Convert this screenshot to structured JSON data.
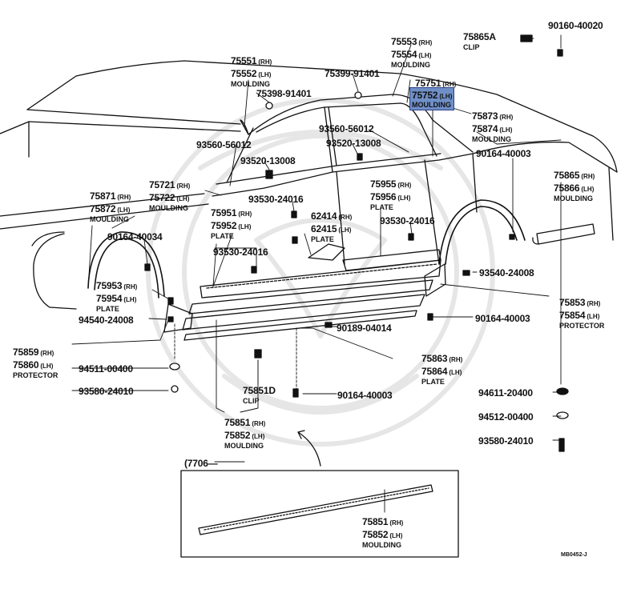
{
  "callouts": [
    {
      "id": "c01",
      "parts": [
        {
          "pn": "90160-40020"
        }
      ],
      "caption": ""
    },
    {
      "id": "c02",
      "parts": [
        {
          "pn": "75865A"
        }
      ],
      "caption": "CLIP"
    },
    {
      "id": "c03",
      "parts": [
        {
          "pn": "75553",
          "side": "(RH)"
        },
        {
          "pn": "75554",
          "side": "(LH)"
        }
      ],
      "caption": "MOULDING"
    },
    {
      "id": "c04",
      "parts": [
        {
          "pn": "75551",
          "side": "(RH)"
        },
        {
          "pn": "75552",
          "side": "(LH)"
        }
      ],
      "caption": "MOULDING"
    },
    {
      "id": "c05",
      "parts": [
        {
          "pn": "75399-91401"
        }
      ],
      "caption": ""
    },
    {
      "id": "c06",
      "parts": [
        {
          "pn": "75751",
          "side": "(RH)"
        }
      ],
      "caption": ""
    },
    {
      "id": "c07",
      "parts": [
        {
          "pn": "75752",
          "side": "(LH)"
        }
      ],
      "caption": "MOULDING",
      "highlight": true
    },
    {
      "id": "c08",
      "parts": [
        {
          "pn": "75398-91401"
        }
      ],
      "caption": ""
    },
    {
      "id": "c09",
      "parts": [
        {
          "pn": "75873",
          "side": "(RH)"
        },
        {
          "pn": "75874",
          "side": "(LH)"
        }
      ],
      "caption": "MOULDING"
    },
    {
      "id": "c10",
      "parts": [
        {
          "pn": "93560-56012"
        }
      ],
      "caption": ""
    },
    {
      "id": "c11",
      "parts": [
        {
          "pn": "93520-13008"
        }
      ],
      "caption": ""
    },
    {
      "id": "c12",
      "parts": [
        {
          "pn": "93560-56012"
        }
      ],
      "caption": ""
    },
    {
      "id": "c13",
      "parts": [
        {
          "pn": "93520-13008"
        }
      ],
      "caption": ""
    },
    {
      "id": "c14",
      "parts": [
        {
          "pn": "90164-40003"
        }
      ],
      "caption": ""
    },
    {
      "id": "c15",
      "parts": [
        {
          "pn": "75865",
          "side": "(RH)"
        },
        {
          "pn": "75866",
          "side": "(LH)"
        }
      ],
      "caption": "MOULDING"
    },
    {
      "id": "c16",
      "parts": [
        {
          "pn": "75721",
          "side": "(RH)"
        },
        {
          "pn": "75722",
          "side": "(LH)"
        }
      ],
      "caption": "MOULDING"
    },
    {
      "id": "c17",
      "parts": [
        {
          "pn": "75871",
          "side": "(RH)"
        },
        {
          "pn": "75872",
          "side": "(LH)"
        }
      ],
      "caption": "MOULDING"
    },
    {
      "id": "c18",
      "parts": [
        {
          "pn": "93530-24016"
        }
      ],
      "caption": ""
    },
    {
      "id": "c19",
      "parts": [
        {
          "pn": "75955",
          "side": "(RH)"
        },
        {
          "pn": "75956",
          "side": "(LH)"
        }
      ],
      "caption": "PLATE"
    },
    {
      "id": "c20",
      "parts": [
        {
          "pn": "75951",
          "side": "(RH)"
        },
        {
          "pn": "75952",
          "side": "(LH)"
        }
      ],
      "caption": "PLATE"
    },
    {
      "id": "c21",
      "parts": [
        {
          "pn": "62414",
          "side": "(RH)"
        },
        {
          "pn": "62415",
          "side": "(LH)"
        }
      ],
      "caption": "PLATE"
    },
    {
      "id": "c22",
      "parts": [
        {
          "pn": "93530-24016"
        }
      ],
      "caption": ""
    },
    {
      "id": "c23",
      "parts": [
        {
          "pn": "90164-40034"
        }
      ],
      "caption": ""
    },
    {
      "id": "c24",
      "parts": [
        {
          "pn": "93530-24016"
        }
      ],
      "caption": ""
    },
    {
      "id": "c25",
      "parts": [
        {
          "pn": "93540-24008"
        }
      ],
      "caption": ""
    },
    {
      "id": "c26",
      "parts": [
        {
          "pn": "75953",
          "side": "(RH)"
        },
        {
          "pn": "75954",
          "side": "(LH)"
        }
      ],
      "caption": "PLATE"
    },
    {
      "id": "c27",
      "parts": [
        {
          "pn": "75853",
          "side": "(RH)"
        },
        {
          "pn": "75854",
          "side": "(LH)"
        }
      ],
      "caption": "PROTECTOR"
    },
    {
      "id": "c28",
      "parts": [
        {
          "pn": "94540-24008"
        }
      ],
      "caption": ""
    },
    {
      "id": "c29",
      "parts": [
        {
          "pn": "90164-40003"
        }
      ],
      "caption": ""
    },
    {
      "id": "c30",
      "parts": [
        {
          "pn": "90189-04014"
        }
      ],
      "caption": ""
    },
    {
      "id": "c31",
      "parts": [
        {
          "pn": "75859",
          "side": "(RH)"
        },
        {
          "pn": "75860",
          "side": "(LH)"
        }
      ],
      "caption": "PROTECTOR"
    },
    {
      "id": "c32",
      "parts": [
        {
          "pn": "94511-00400"
        }
      ],
      "caption": ""
    },
    {
      "id": "c33",
      "parts": [
        {
          "pn": "75863",
          "side": "(RH)"
        },
        {
          "pn": "75864",
          "side": "(LH)"
        }
      ],
      "caption": "PLATE"
    },
    {
      "id": "c34",
      "parts": [
        {
          "pn": "93580-24010"
        }
      ],
      "caption": ""
    },
    {
      "id": "c35",
      "parts": [
        {
          "pn": "75851D"
        }
      ],
      "caption": "CLIP"
    },
    {
      "id": "c36",
      "parts": [
        {
          "pn": "90164-40003"
        }
      ],
      "caption": ""
    },
    {
      "id": "c37",
      "parts": [
        {
          "pn": "94611-20400"
        }
      ],
      "caption": ""
    },
    {
      "id": "c38",
      "parts": [
        {
          "pn": "94512-00400"
        }
      ],
      "caption": ""
    },
    {
      "id": "c39",
      "parts": [
        {
          "pn": "75851",
          "side": "(RH)"
        },
        {
          "pn": "75852",
          "side": "(LH)"
        }
      ],
      "caption": "MOULDING"
    },
    {
      "id": "c40",
      "parts": [
        {
          "pn": "93580-24010"
        }
      ],
      "caption": ""
    },
    {
      "id": "c41",
      "parts": [
        {
          "pn": "(7706—"
        }
      ],
      "caption": ""
    },
    {
      "id": "c42",
      "parts": [
        {
          "pn": "75851",
          "side": "(RH)"
        },
        {
          "pn": "75852",
          "side": "(LH)"
        }
      ],
      "caption": "MOULDING"
    }
  ],
  "footer": {
    "code": "MB0452-J"
  },
  "colors": {
    "ink": "#111111",
    "highlight_fill": "#6f8fc7",
    "highlight_border": "#2d3f8a",
    "watermark": "#e6e6e6"
  }
}
